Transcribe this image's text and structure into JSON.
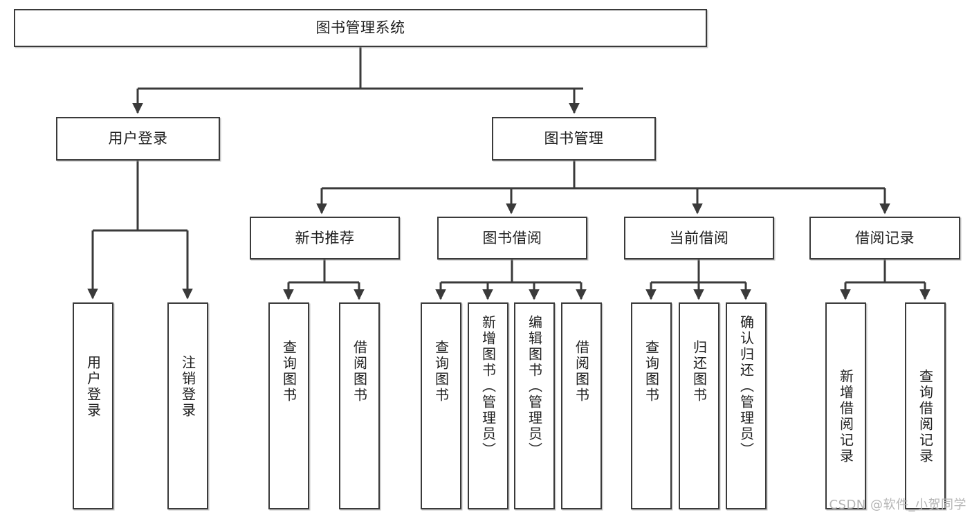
{
  "diagram": {
    "title": "图书管理系统",
    "root": {
      "label": "图书管理系统"
    },
    "level2": [
      {
        "label": "用户登录"
      },
      {
        "label": "图书管理"
      }
    ],
    "level3": [
      {
        "label": "新书推荐"
      },
      {
        "label": "图书借阅"
      },
      {
        "label": "当前借阅"
      },
      {
        "label": "借阅记录"
      }
    ],
    "leaves": {
      "user_login": [
        {
          "label": "用户登录"
        },
        {
          "label": "注销登录"
        }
      ],
      "new_book": [
        {
          "label": "查询图书"
        },
        {
          "label": "借阅图书"
        }
      ],
      "borrow_book": [
        {
          "label": "查询图书"
        },
        {
          "label": "新增图书（管理员）"
        },
        {
          "label": "编辑图书（管理员）"
        },
        {
          "label": "借阅图书"
        }
      ],
      "current_borrow": [
        {
          "label": "查询图书"
        },
        {
          "label": "归还图书"
        },
        {
          "label": "确认归还（管理员）"
        }
      ],
      "borrow_record": [
        {
          "label": "新增借阅记录"
        },
        {
          "label": "查询借阅记录"
        }
      ]
    }
  },
  "watermark": {
    "text": "CSDN @软件_小贺同学"
  },
  "colors": {
    "stroke": "#3a3a3a",
    "text": "#1f1f1f",
    "background": "#ffffff",
    "watermark": "#b4b4b4"
  }
}
